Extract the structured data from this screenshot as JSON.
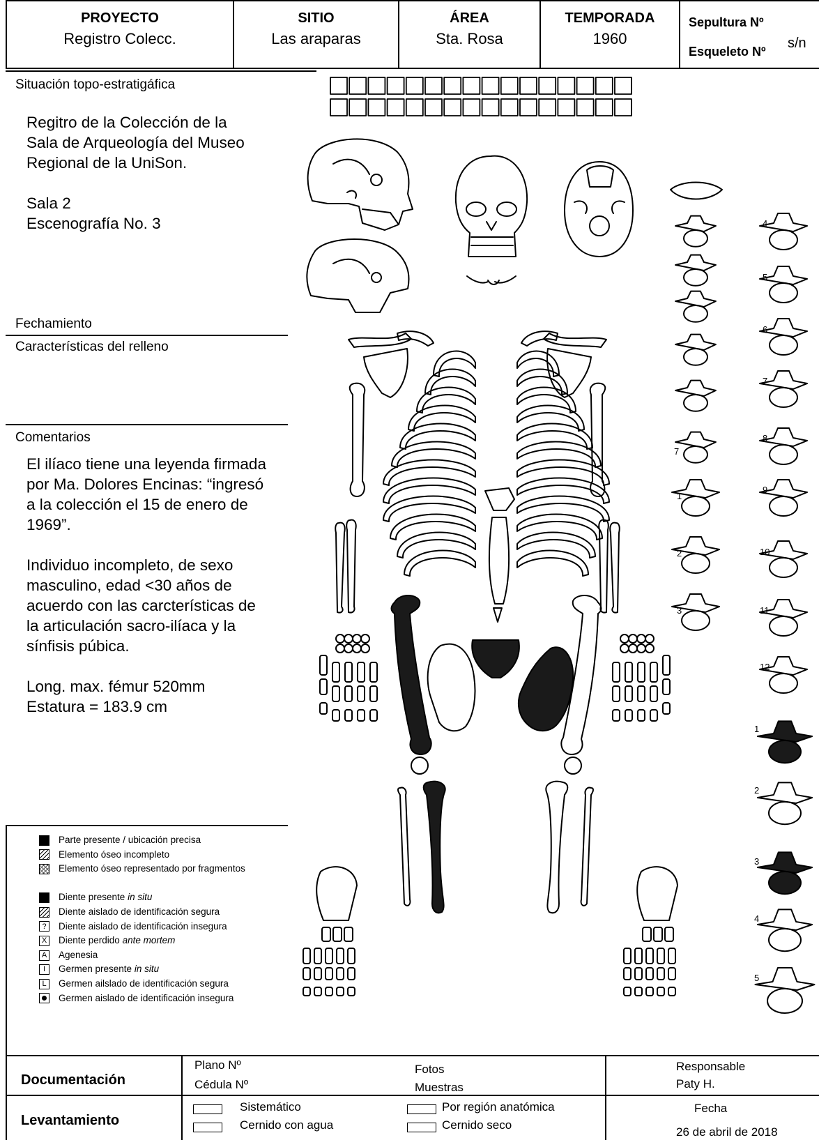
{
  "header": {
    "proyecto_label": "PROYECTO",
    "proyecto_value": "Registro Colecc.",
    "sitio_label": "SITIO",
    "sitio_value": "Las araparas",
    "area_label": "ÁREA",
    "area_value": "Sta. Rosa",
    "temporada_label": "TEMPORADA",
    "temporada_value": "1960",
    "sepultura_label": "Sepultura Nº",
    "esqueleto_label": "Esqueleto Nº",
    "sepultura_value": "s/n"
  },
  "sections": {
    "situacion_label": "Situación topo-estratigáfica",
    "situacion_lines": [
      "Regitro de la Colección de la",
      "Sala de Arqueología del Museo",
      "Regional de la UniSon.",
      "",
      "Sala 2",
      "Escenografía No. 3"
    ],
    "fechamiento_label": "Fechamiento",
    "relleno_label": "Características del relleno",
    "comentarios_label": "Comentarios",
    "comentarios_lines": [
      "El ilíaco tiene una leyenda firmada",
      "por Ma. Dolores Encinas: “ingresó",
      "a la colección el 15 de enero de",
      "1969”.",
      "",
      "Individuo incompleto, de sexo",
      "masculino, edad <30 años de",
      "acuerdo con las carcterísticas de",
      "la articulación sacro-ilíaca y la",
      "sínfisis púbica.",
      "",
      "Long. max. fémur 520mm",
      "Estatura = 183.9 cm"
    ]
  },
  "legend": {
    "items": [
      {
        "mark": "",
        "pre": "Parte presente / ubicación precisa",
        "em": "",
        "post": ""
      },
      {
        "mark": "",
        "pre": "Elemento óseo incompleto",
        "em": "",
        "post": ""
      },
      {
        "mark": "",
        "pre": "Elemento óseo representado por fragmentos",
        "em": "",
        "post": ""
      },
      {
        "mark": "",
        "pre": "",
        "em": "",
        "post": ""
      },
      {
        "mark": "",
        "pre": "Diente presente ",
        "em": "in situ",
        "post": ""
      },
      {
        "mark": "",
        "pre": "Diente aislado de identificación segura",
        "em": "",
        "post": ""
      },
      {
        "mark": "?",
        "pre": "Diente aislado de identificación insegura",
        "em": "",
        "post": ""
      },
      {
        "mark": "X",
        "pre": "Diente perdido ",
        "em": "ante mortem",
        "post": ""
      },
      {
        "mark": "A",
        "pre": "Agenesia",
        "em": "",
        "post": ""
      },
      {
        "mark": "I",
        "pre": "Germen presente ",
        "em": "in situ",
        "post": ""
      },
      {
        "mark": "L",
        "pre": "Germen ailslado de identificación segura",
        "em": "",
        "post": ""
      },
      {
        "mark": "",
        "pre": "Germen aislado de identificación insegura",
        "em": "",
        "post": ""
      }
    ]
  },
  "vertebrae_labels": {
    "cervical_left": [
      "7"
    ],
    "thoracic_left": [
      "1",
      "2",
      "3"
    ],
    "thoracic_right": [
      "4",
      "5",
      "6",
      "7",
      "8",
      "9",
      "10",
      "11",
      "12"
    ],
    "lumbar": [
      "1",
      "2",
      "3",
      "4",
      "5"
    ]
  },
  "footer": {
    "documentacion_label": "Documentación",
    "plano_label": "Plano Nº",
    "cedula_label": "Cédula Nº",
    "fotos_label": "Fotos",
    "muestras_label": "Muestras",
    "responsable_label": "Responsable",
    "responsable_value": "Paty H.",
    "levantamiento_label": "Levantamiento",
    "sistematico_label": "Sistemático",
    "cernido_agua_label": "Cernido con agua",
    "por_region_label": "Por región anatómica",
    "cernido_seco_label": "Cernido seco",
    "fecha_label": "Fecha",
    "fecha_value": "26 de abril de 2018"
  },
  "colors": {
    "ink": "#000000",
    "present": "#1a1a1a",
    "paper": "#ffffff"
  }
}
